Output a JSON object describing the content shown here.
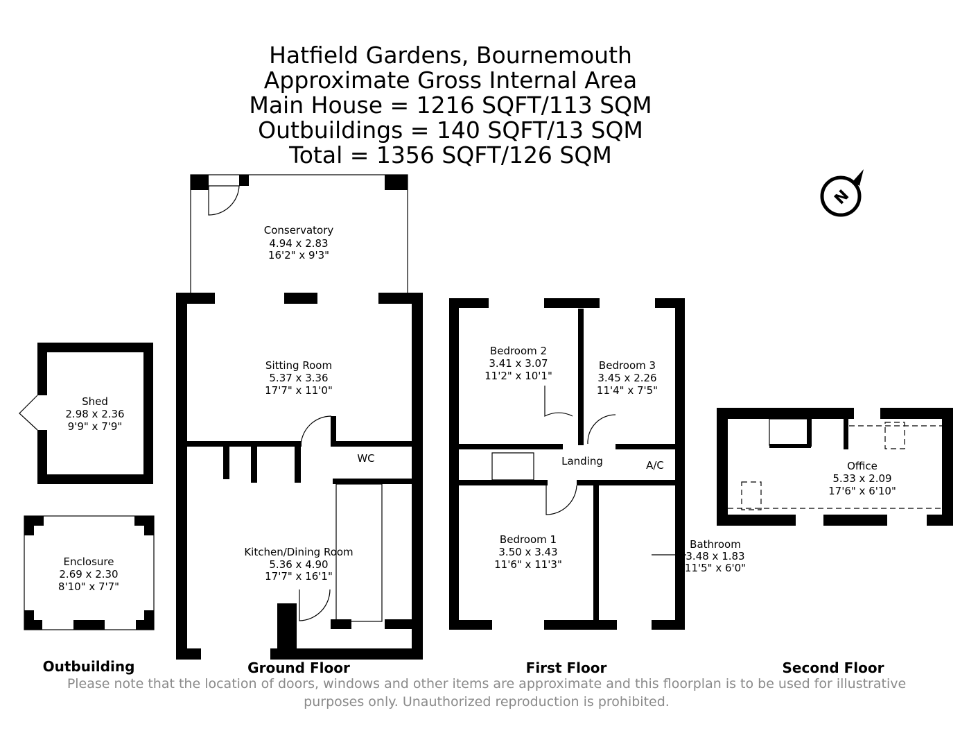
{
  "header": {
    "lines": [
      "Hatfield Gardens, Bournemouth",
      "Approximate Gross Internal Area",
      "Main House = 1216 SQFT/113 SQM",
      "Outbuildings = 140 SQFT/13 SQM",
      "Total = 1356 SQFT/126 SQM"
    ]
  },
  "compass": {
    "icon": "north-compass-icon",
    "label": "N"
  },
  "floors": {
    "outbuilding": {
      "label": "Outbuilding",
      "rooms": [
        {
          "name": "Shed",
          "metric": "2.98 x 2.36",
          "imperial": "9'9\" x 7'9\""
        },
        {
          "name": "Enclosure",
          "metric": "2.69 x 2.30",
          "imperial": "8'10\" x 7'7\""
        }
      ]
    },
    "ground": {
      "label": "Ground Floor",
      "rooms": [
        {
          "name": "Conservatory",
          "metric": "4.94 x 2.83",
          "imperial": "16'2\" x 9'3\""
        },
        {
          "name": "Sitting Room",
          "metric": "5.37 x 3.36",
          "imperial": "17'7\" x 11'0\""
        },
        {
          "name": "Kitchen/Dining Room",
          "metric": "5.36 x 4.90",
          "imperial": "17'7\" x 16'1\""
        },
        {
          "name": "WC"
        }
      ]
    },
    "first": {
      "label": "First Floor",
      "rooms": [
        {
          "name": "Bedroom 2",
          "metric": "3.41 x 3.07",
          "imperial": "11'2\" x 10'1\""
        },
        {
          "name": "Bedroom 3",
          "metric": "3.45 x 2.26",
          "imperial": "11'4\" x 7'5\""
        },
        {
          "name": "Landing"
        },
        {
          "name": "A/C"
        },
        {
          "name": "Bedroom 1",
          "metric": "3.50 x 3.43",
          "imperial": "11'6\" x 11'3\""
        },
        {
          "name": "Bathroom",
          "metric": "3.48 x 1.83",
          "imperial": "11'5\" x 6'0\""
        }
      ]
    },
    "second": {
      "label": "Second Floor",
      "rooms": [
        {
          "name": "Office",
          "metric": "5.33 x 2.09",
          "imperial": "17'6\" x 6'10\""
        }
      ]
    }
  },
  "disclaimer": {
    "line1": "Please note that the location of doors, windows and other items are approximate and this floorplan is to be used for illustrative",
    "line2": "purposes only. Unauthorized reproduction is prohibited."
  }
}
